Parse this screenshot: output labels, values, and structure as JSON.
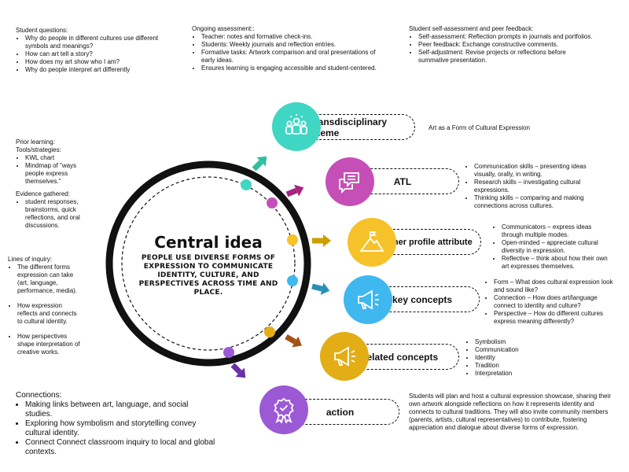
{
  "student_questions": {
    "heading": "Student questions:",
    "items": [
      "Why do people in different cultures use different symbols and meanings?",
      "How can art tell a story?",
      "How does my art show who I am?",
      "Why do people interpret art differently"
    ]
  },
  "ongoing_assessment": {
    "heading": "Ongoing assessment::",
    "items": [
      "Teacher: notes and formative check-ins.",
      "Students: Weekly journals and reflection entries.",
      "Formative tasks: Artwork comparison and oral presentations of early ideas.",
      " Ensures learning is engaging accessible and student-centered."
    ]
  },
  "self_assessment": {
    "heading": "Student self-assessment and peer feedback:",
    "items": [
      "Self-assessment: Reflection prompts in journals and portfolios.",
      "Peer feedback: Exchange constructive comments.",
      "Self-adjustment: Revise projects or reflections before summative presentation."
    ]
  },
  "prior_learning": {
    "heading": "Prior learning:",
    "subheading": "Tools/strategies:",
    "items": [
      "KWL chart",
      "Mindmap of \"ways people express themselves.\""
    ],
    "evidence_heading": "Evidence gathered:",
    "evidence_items": [
      "student responses, brainstorms, quick reflections, and oral discussions."
    ]
  },
  "lines_of_inquiry": {
    "heading": "Lines of inquiry:",
    "items": [
      "The different forms expression can take (art, language, performance, media).",
      "How expression reflects and connects to cultural identity.",
      "How perspectives shape interpretation of creative works."
    ]
  },
  "connections": {
    "heading": "Connections:",
    "items": [
      "Making links between art, language, and social studies.",
      "Exploring how symbolism and storytelling convey cultural identity.",
      "Connect Connect classroom inquiry to local and global contexts."
    ]
  },
  "central": {
    "title": "Central idea",
    "text": "PEOPLE USE DIVERSE FORMS OF EXPRESSION TO COMMUNICATE IDENTITY, CULTURE, AND PERSPECTIVES ACROSS TIME AND PLACE."
  },
  "elements": {
    "transdisciplinary": {
      "label": "transdisciplinary theme",
      "color": "#3fd6c4",
      "icon": "people-icon",
      "detail": "Art as a Form of Cultural Expression"
    },
    "atl": {
      "label": "ATL",
      "color": "#c64fb7",
      "icon": "chat-icon",
      "items": [
        "Communication skills – presenting ideas visually, orally, in writing.",
        "Research skills – investigating cultural expressions.",
        "Thinking skills – comparing and making connections across cultures."
      ]
    },
    "learner_profile": {
      "label": "learner profile attribute",
      "color": "#f6c22a",
      "icon": "mountain-flag-icon",
      "items": [
        "Communicators – express ideas through multiple modes.",
        "Open-minded – appreciate cultural diversity in expression.",
        "Reflective – think about how their own art expresses themselves."
      ]
    },
    "key_concepts": {
      "label": "key concepts",
      "color": "#3fb7ef",
      "icon": "megaphone-icon",
      "items": [
        "Form – What does cultural expression look and sound like?",
        "Connection – How does art/language connect to identity and culture?",
        "Perspective – How do different cultures express meaning differently?"
      ]
    },
    "related_concepts": {
      "label": "related concepts",
      "color": "#e3ad15",
      "icon": "megaphone-icon",
      "items": [
        "Symbolism",
        "Communication",
        "Identity",
        "Tradition",
        "Interpretation"
      ]
    },
    "action": {
      "label": "action",
      "color": "#9b59d6",
      "icon": "award-ribbon-icon",
      "detail": "Students will plan and host a cultural expression showcase, sharing their own artwork alongside reflections on how it represents identity and connects to cultural traditions. They will also invite community members (parents, artists, cultural representatives) to contribute, fostering appreciation and dialogue about diverse forms of expression."
    }
  },
  "arrow_colors": [
    "#2fbf9f",
    "#a8247f",
    "#c9a000",
    "#2a8fb6",
    "#a35117",
    "#6a2ea6"
  ]
}
